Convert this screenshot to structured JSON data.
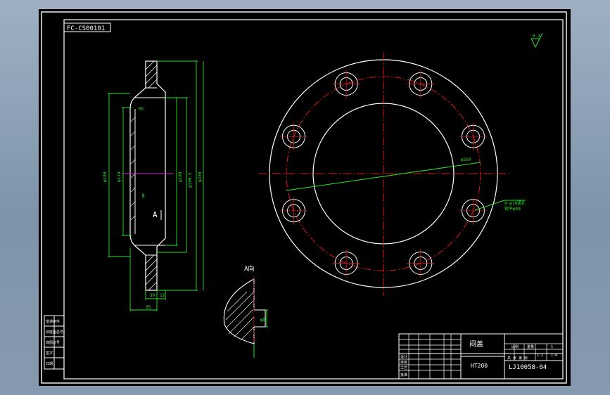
{
  "drawing": {
    "part_code_top_left": "FC-CS00101",
    "part_name": "闷盖",
    "material": "HT200",
    "drawing_number": "LJ10058-04",
    "section_label": "A",
    "view_label": "A向",
    "surface_finish": "6.3",
    "dimensions": {
      "d1": "φ180",
      "d2": "φ114",
      "d3": "φ100",
      "d4": "φ100.5",
      "d5": "φ230",
      "d6": "6",
      "d7": "30",
      "d8": "12",
      "d9": "65",
      "d10": "R5",
      "d11": "φ8",
      "pcd": "φ250",
      "hole_note_1": "8-φ18通孔",
      "hole_note_2": "锪平φ40"
    },
    "left_box_labels": [
      "借通用件",
      "旧底图总号",
      "底图总号",
      "签字",
      "日期"
    ],
    "title_block": {
      "scale_label": "比例",
      "weight_label": "重量",
      "sheet_label": "共 张 第 张",
      "scale": "1:2",
      "qty": "1",
      "rev": "1:4",
      "design": "设计",
      "check": "审核",
      "approve": "批准",
      "process": "工艺"
    }
  }
}
